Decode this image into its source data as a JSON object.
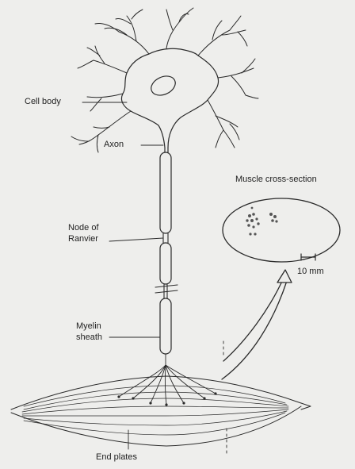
{
  "labels": {
    "cell_body": "Cell body",
    "axon": "Axon",
    "node_of_ranvier_line1": "Node of",
    "node_of_ranvier_line2": "Ranvier",
    "myelin_sheath_line1": "Myelin",
    "myelin_sheath_line2": "sheath",
    "muscle_cross_section": "Muscle cross-section",
    "scale_bar": "10 mm",
    "end_plates": "End plates"
  },
  "colors": {
    "ink": "#2a2a2a",
    "paper": "#eeeeec"
  }
}
